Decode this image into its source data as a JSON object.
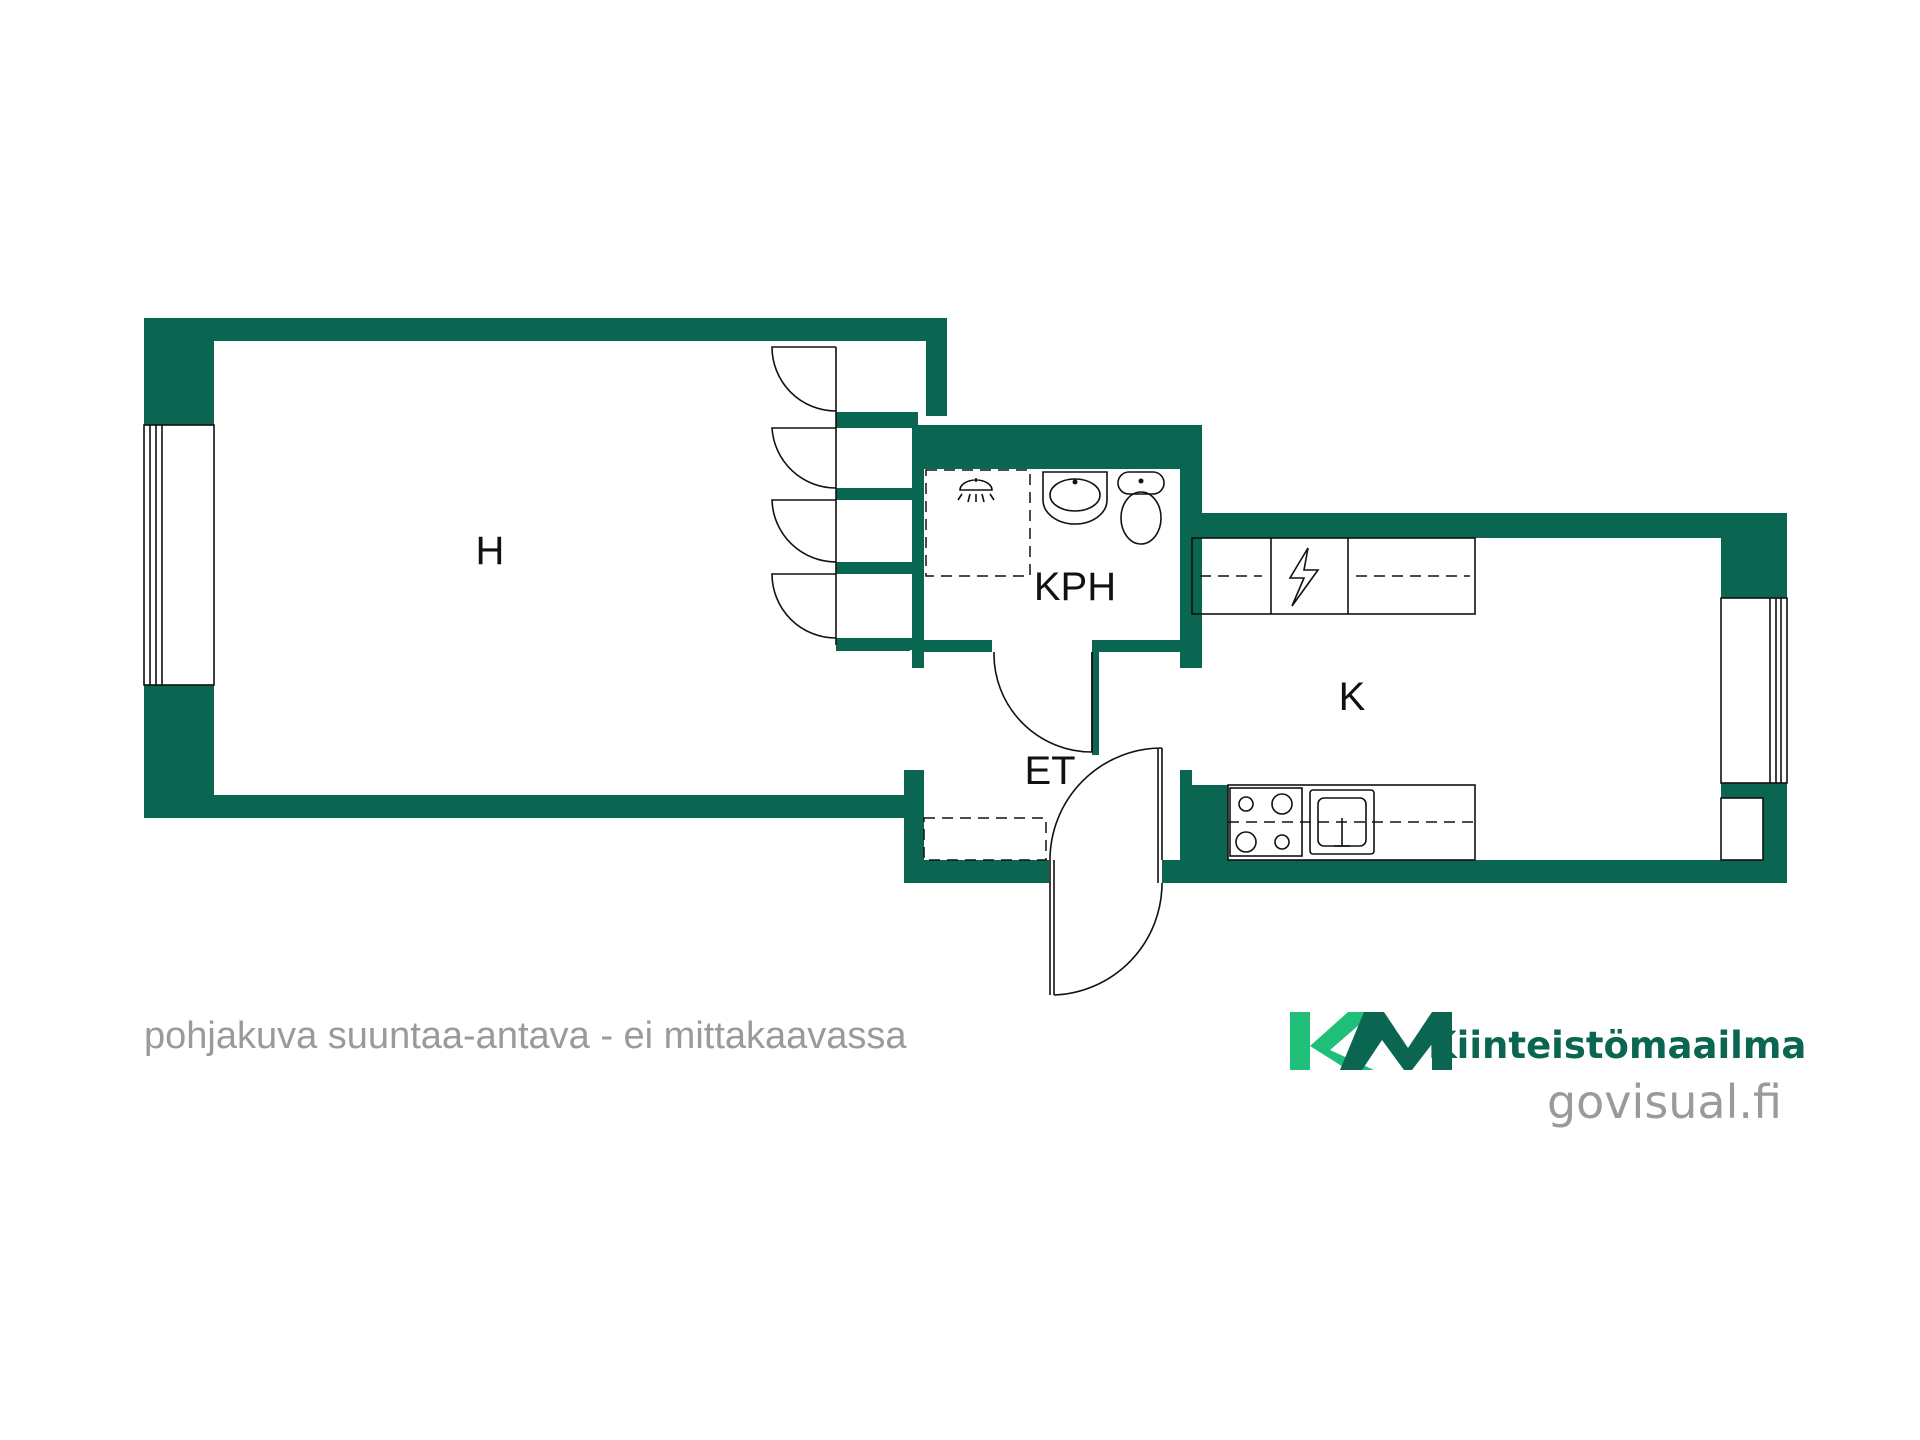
{
  "colors": {
    "wall": "#0a6650",
    "brand_green": "#1fbf7a",
    "brand_dark": "#0a6650",
    "caption_gray": "#9a9a9a"
  },
  "rooms": {
    "bedroom": "H",
    "bathroom": "KPH",
    "kitchen": "K",
    "entrance": "ET"
  },
  "fixtures": [
    "shower-icon",
    "sink-icon",
    "toilet-icon",
    "stove-icon",
    "kitchen-sink-icon",
    "electric-panel-icon"
  ],
  "caption": "pohjakuva suuntaa-antava - ei mittakaavassa",
  "brand": {
    "logo_letters": "KM",
    "name": "Kiinteistömaailma",
    "website": "govisual.fi"
  }
}
